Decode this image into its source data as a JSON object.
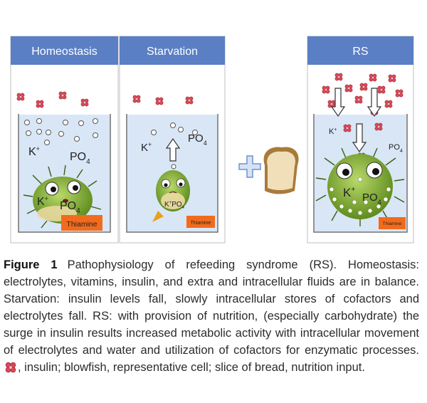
{
  "panels": {
    "homeostasis": {
      "title": "Homeostasis",
      "k": "K",
      "k_sup": "+",
      "po": "PO",
      "po_sub": "4",
      "cell_k": "K",
      "cell_k_sup": "+",
      "cell_po": "PO",
      "cell_po_sub": "4",
      "thiamine": "Thiamine"
    },
    "starvation": {
      "title": "Starvation",
      "k": "K",
      "k_sup": "+",
      "po": "PO",
      "po_sub": "4",
      "cell_k": "K",
      "cell_k_sup": "+",
      "cell_po": "PO",
      "cell_po_sub": "4",
      "thiamine": "Thiamine"
    },
    "rs": {
      "title": "RS",
      "k": "K",
      "k_sup": "+",
      "po": "PO",
      "po_sub": "4",
      "cell_k": "K",
      "cell_k_sup": "+",
      "cell_po": "PO",
      "cell_po_sub": "4",
      "thiamine": "Thiamine"
    }
  },
  "colors": {
    "panel_header": "#5b7fc4",
    "fluid": "#d9e6f6",
    "insulin": "#d94b5a",
    "thiamine": "#f26b1d",
    "plus": "#6f93cf",
    "fish_body": "#7daa2c"
  },
  "caption": {
    "label": "Figure 1",
    "text_before_icon": "Pathophysiology of refeeding syndrome (RS). Homeostasis: electrolytes, vitamins, insulin, and extra and intracellular fluids are in balance. Starvation: insulin levels fall, slowly intracellular stores of cofactors and electrolytes fall. RS: with provision of nutrition, (especially carbohydrate) the surge in insulin results increased metabolic activity with intracellular movement of electrolytes and water and utilization of cofactors for enzymatic processes.",
    "text_after_icon": ", insulin; blowfish, representative cell; slice of bread, nutrition input."
  }
}
